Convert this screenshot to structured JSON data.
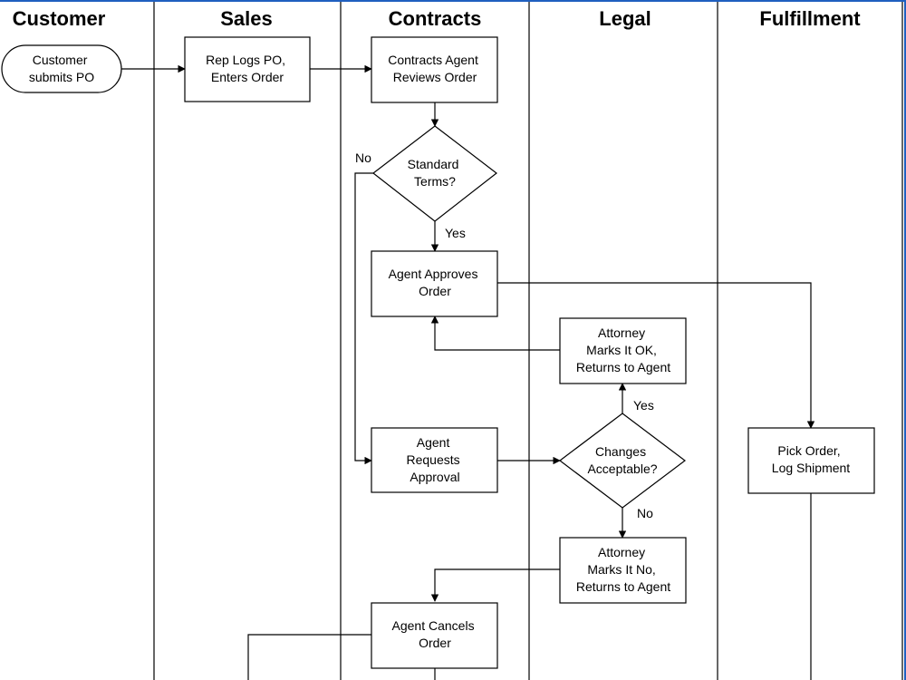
{
  "colors": {
    "frame": "#1f5fbf",
    "line": "#000000",
    "fill": "#ffffff"
  },
  "lanes": [
    {
      "id": "customer",
      "title": "Customer"
    },
    {
      "id": "sales",
      "title": "Sales"
    },
    {
      "id": "contracts",
      "title": "Contracts"
    },
    {
      "id": "legal",
      "title": "Legal"
    },
    {
      "id": "fulfillment",
      "title": "Fulfillment"
    }
  ],
  "nodes": {
    "customer_submits_po": {
      "shape": "terminator",
      "lines": [
        "Customer",
        "submits PO"
      ]
    },
    "rep_logs_po": {
      "shape": "process",
      "lines": [
        "Rep Logs PO,",
        "Enters Order"
      ]
    },
    "contracts_agent_reviews": {
      "shape": "process",
      "lines": [
        "Contracts Agent",
        "Reviews Order"
      ]
    },
    "standard_terms": {
      "shape": "decision",
      "lines": [
        "Standard",
        "Terms?"
      ]
    },
    "agent_approves": {
      "shape": "process",
      "lines": [
        "Agent Approves",
        "Order"
      ]
    },
    "attorney_ok": {
      "shape": "process",
      "lines": [
        "Attorney",
        "Marks It OK,",
        "Returns to Agent"
      ]
    },
    "agent_requests": {
      "shape": "process",
      "lines": [
        "Agent",
        "Requests",
        "Approval"
      ]
    },
    "changes_acceptable": {
      "shape": "decision",
      "lines": [
        "Changes",
        "Acceptable?"
      ]
    },
    "attorney_no": {
      "shape": "process",
      "lines": [
        "Attorney",
        "Marks It No,",
        "Returns to Agent"
      ]
    },
    "agent_cancels": {
      "shape": "process",
      "lines": [
        "Agent Cancels",
        "Order"
      ]
    },
    "pick_order": {
      "shape": "process",
      "lines": [
        "Pick Order,",
        "Log Shipment"
      ]
    }
  },
  "edge_labels": {
    "no_standard": "No",
    "yes_standard": "Yes",
    "yes_changes": "Yes",
    "no_changes": "No"
  }
}
